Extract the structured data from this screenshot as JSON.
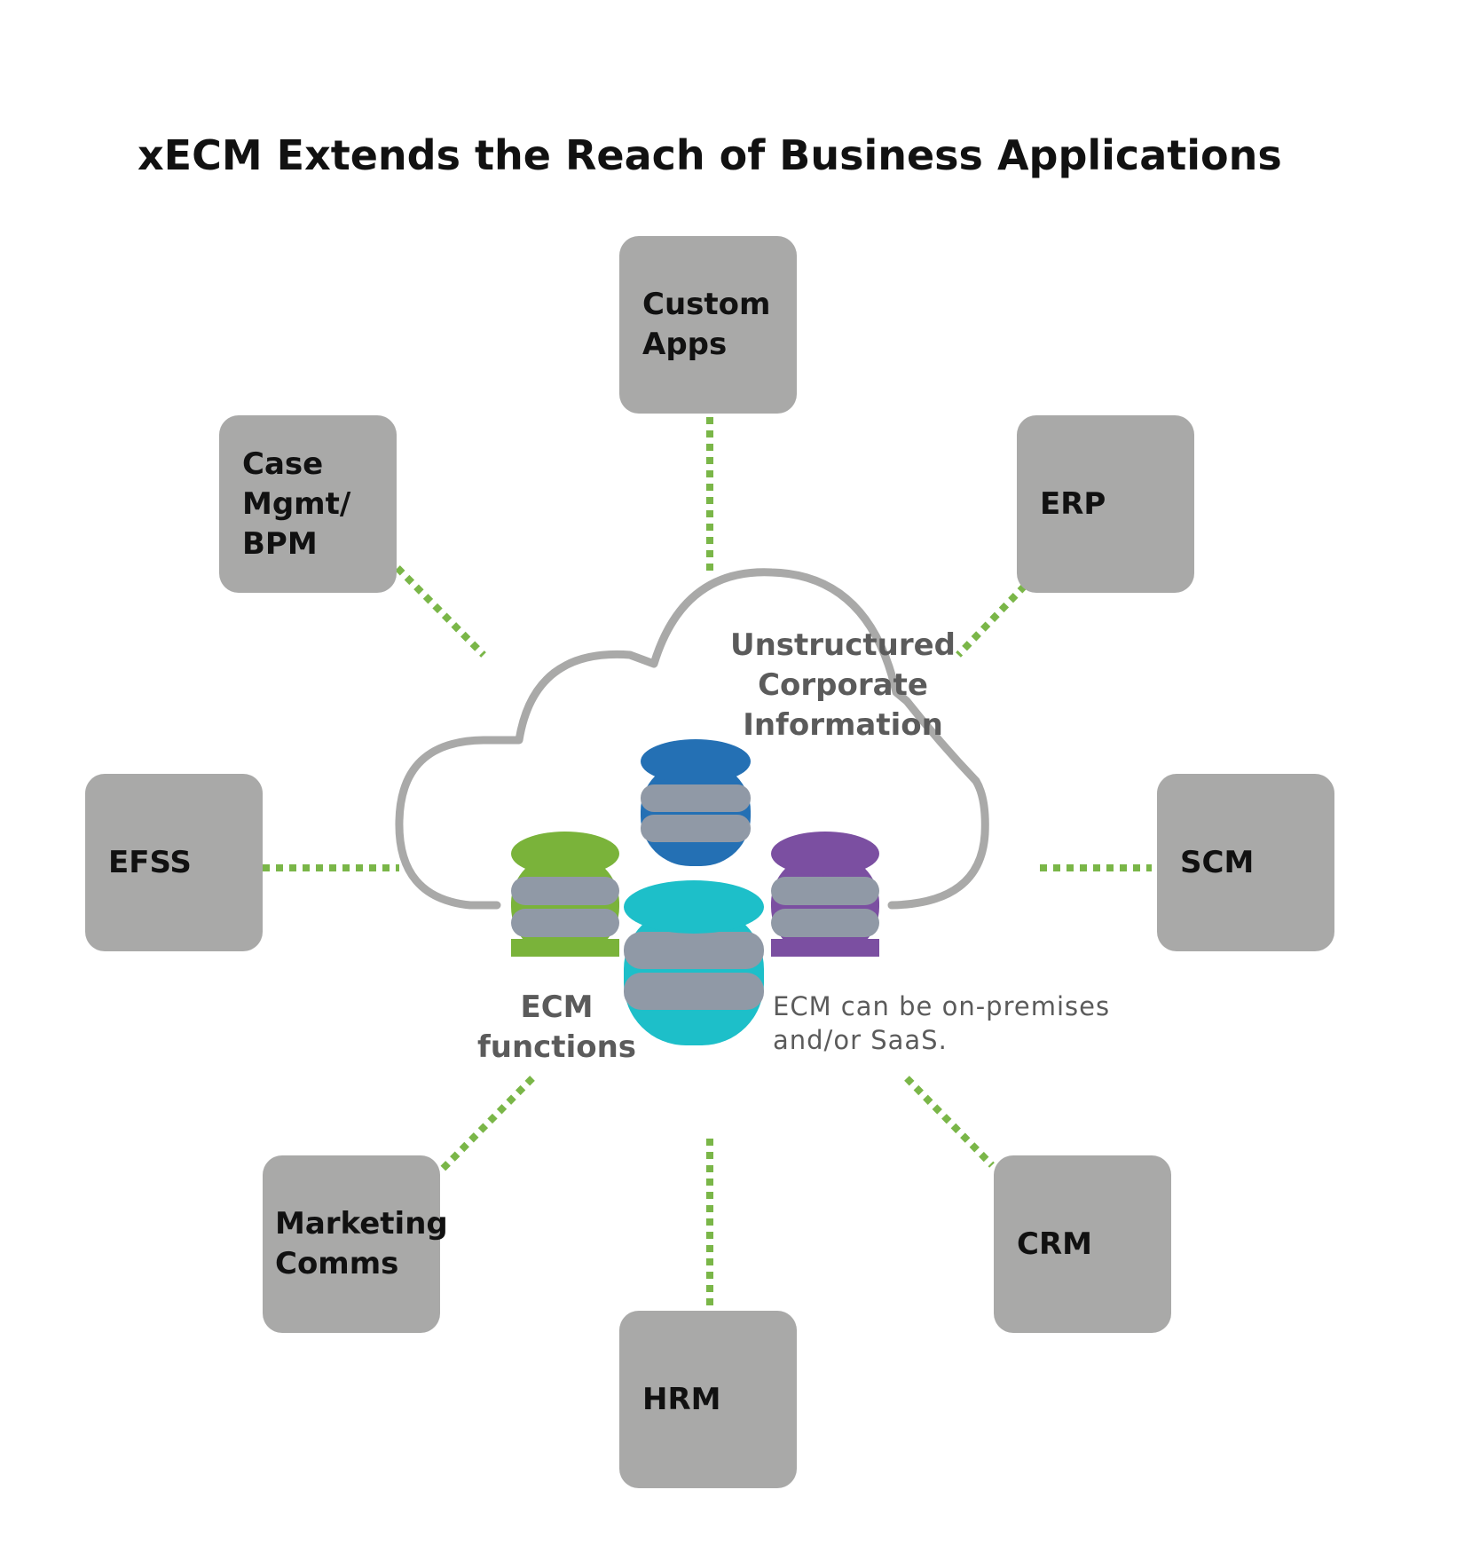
{
  "title": "xECM Extends the Reach of Business Applications",
  "cloud": {
    "label": "Unstructured Corporate Information",
    "ecm_label": "ECM functions",
    "note": "ECM can be on-premises\nand/or SaaS."
  },
  "apps": [
    {
      "id": "custom-apps",
      "label": "Custom\nApps"
    },
    {
      "id": "erp",
      "label": "ERP"
    },
    {
      "id": "scm",
      "label": "SCM"
    },
    {
      "id": "crm",
      "label": "CRM"
    },
    {
      "id": "hrm",
      "label": "HRM"
    },
    {
      "id": "marketing",
      "label": "Marketing\nComms"
    },
    {
      "id": "efss",
      "label": "EFSS"
    },
    {
      "id": "case-mgmt",
      "label": "Case\nMgmt/\nBPM"
    }
  ],
  "colors": {
    "box": "#a9a9a8",
    "connector": "#7ab648",
    "cloud_outline": "#a9a9a8",
    "db_green": "#7ab33a",
    "db_blue": "#2470b4",
    "db_teal": "#1dbfc9",
    "db_purple": "#7b4fa1",
    "db_band": "#9099a6"
  }
}
